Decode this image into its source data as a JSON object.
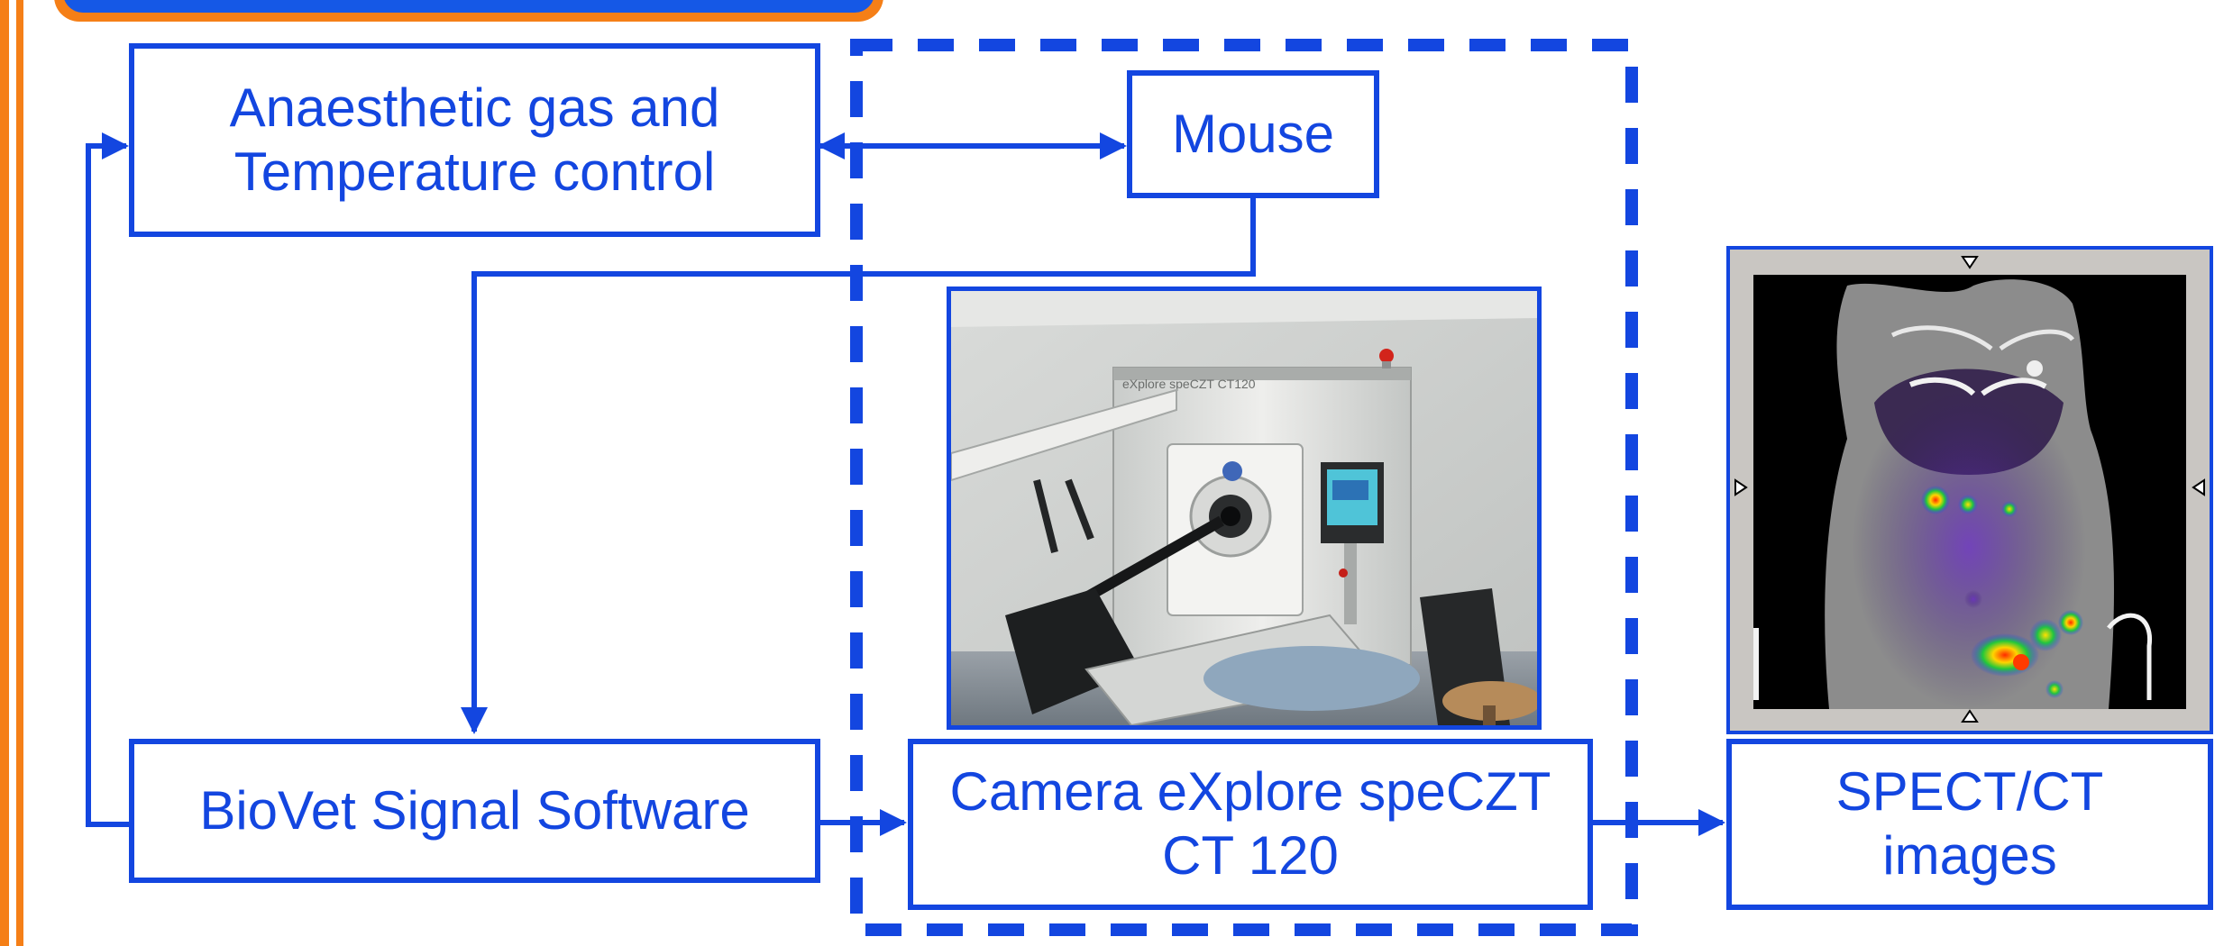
{
  "diagram": {
    "nodes": {
      "anaesthetic": {
        "line1": "Anaesthetic gas and",
        "line2": "Temperature control"
      },
      "mouse": {
        "label": "Mouse"
      },
      "biovet": {
        "label": "BioVet Signal Software"
      },
      "camera": {
        "line1": "Camera eXplore speCZT",
        "line2": "CT 120"
      },
      "spect": {
        "line1": "SPECT/CT",
        "line2": "images"
      }
    },
    "scanner_photo": {
      "caption": "eXplore speCZT  CT120"
    },
    "colors": {
      "accent": "#1346e0",
      "border_orange": "#f57f17"
    }
  }
}
